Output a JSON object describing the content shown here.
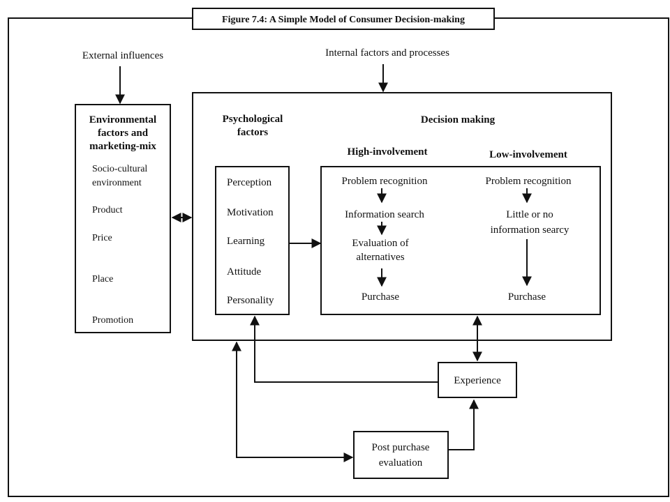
{
  "figure": {
    "title": "Figure 7.4: A Simple Model of Consumer Decision-making"
  },
  "labels": {
    "external": "External influences",
    "internal": "Internal factors and processes"
  },
  "environment": {
    "heading": [
      "Environmental",
      "factors and",
      "marketing-mix"
    ],
    "items": [
      "Socio-cultural",
      "environment",
      "Product",
      "Price",
      "Place",
      "Promotion"
    ]
  },
  "psychological": {
    "heading": [
      "Psychological",
      "factors"
    ],
    "items": [
      "Perception",
      "Motivation",
      "Learning",
      "Attitude",
      "Personality"
    ]
  },
  "decision": {
    "heading": "Decision making",
    "high": {
      "heading": "High-involvement",
      "steps": [
        "Problem recognition",
        "Information search",
        "Evaluation of",
        "alternatives",
        "Purchase"
      ]
    },
    "low": {
      "heading": "Low-involvement",
      "steps": [
        "Problem recognition",
        "Little or no",
        "information searcy",
        "Purchase"
      ]
    }
  },
  "experience": {
    "label": "Experience"
  },
  "post_purchase": {
    "label": [
      "Post purchase",
      "evaluation"
    ]
  }
}
